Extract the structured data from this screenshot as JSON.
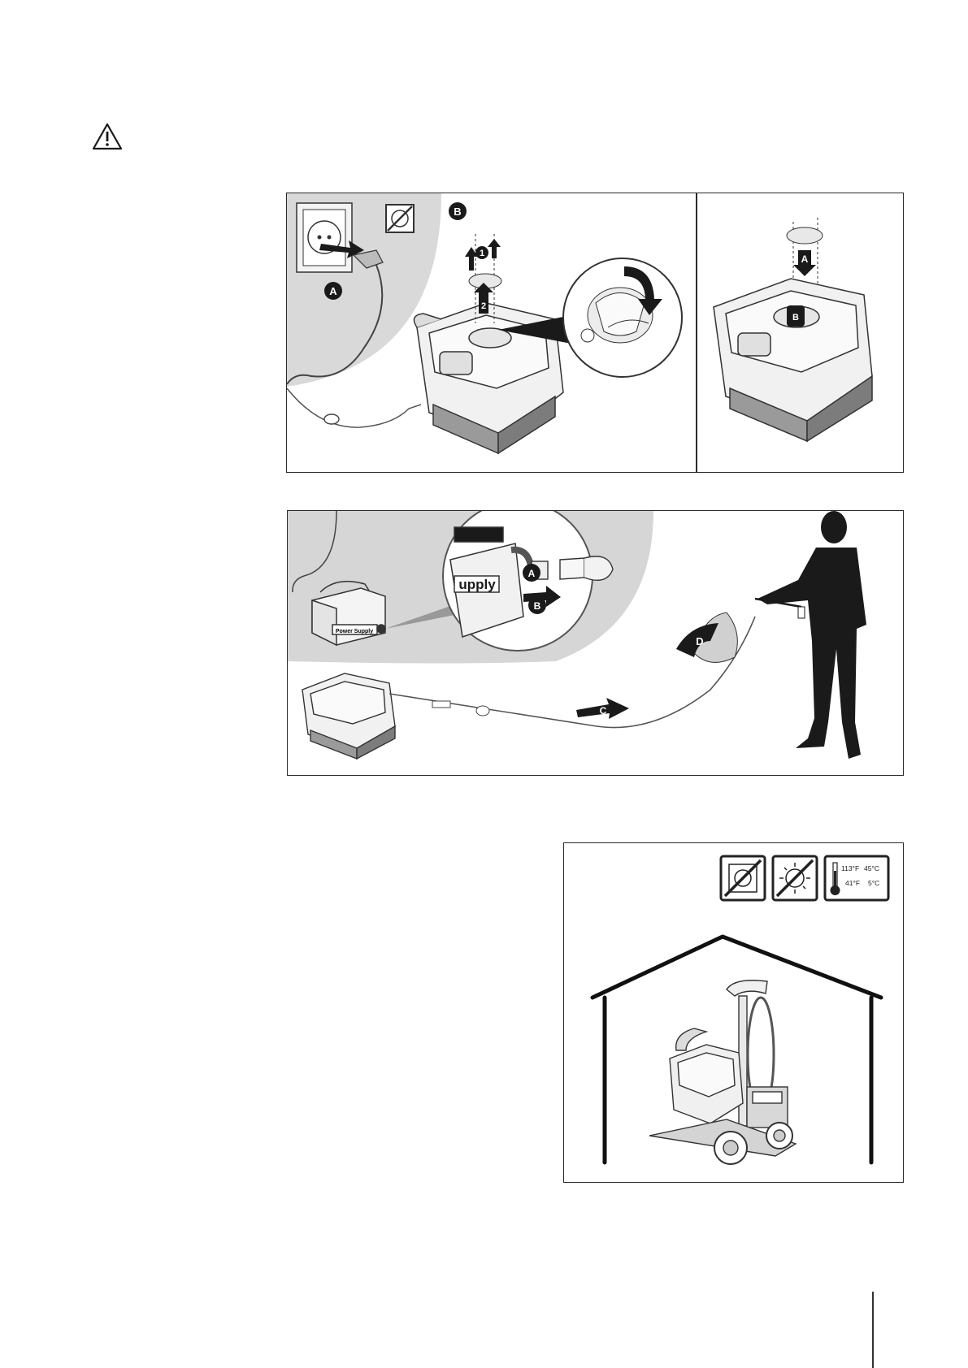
{
  "warning": {
    "icon": "warning-triangle-icon"
  },
  "panel1": {
    "labels": {
      "a": "A",
      "b": "B",
      "step1": "1",
      "step2": "2"
    },
    "icons": [
      "wall-socket-icon",
      "no-power-icon",
      "filter-basket-icon",
      "robot-cleaner-icon"
    ]
  },
  "panel2": {
    "labels": {
      "a": "A",
      "b": "B"
    },
    "icons": [
      "filter-insert-icon",
      "robot-cleaner-icon"
    ]
  },
  "panel3": {
    "labels": {
      "a": "A",
      "b": "B",
      "c": "C",
      "d": "D",
      "supply_text": "Power Supply",
      "zoom_text": "upply"
    },
    "icons": [
      "power-supply-icon",
      "connector-icon",
      "person-silhouette-icon",
      "robot-cleaner-icon",
      "cable-icon"
    ]
  },
  "panel4": {
    "temp": {
      "high_f": "113°F",
      "high_c": "45°C",
      "low_f": "41°F",
      "low_c": "5°C"
    },
    "icons": [
      "no-power-icon",
      "no-sun-icon",
      "thermometer-icon",
      "house-outline-icon",
      "caddy-cart-icon"
    ]
  }
}
